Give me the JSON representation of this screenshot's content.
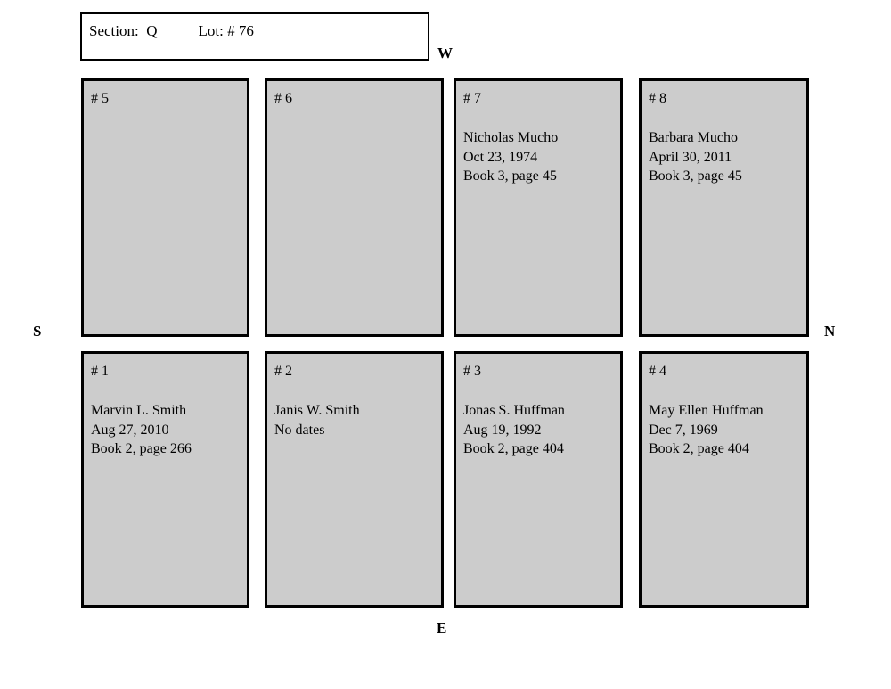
{
  "header": {
    "section_label": "Section:",
    "section_value": "Q",
    "lot_label": "Lot:",
    "lot_value": "# 76"
  },
  "compass": {
    "west": "W",
    "north": "N",
    "south": "S",
    "east": "E"
  },
  "plots": [
    {
      "number": "# 5",
      "occupant": "",
      "date": "",
      "reference": ""
    },
    {
      "number": "# 6",
      "occupant": "",
      "date": "",
      "reference": ""
    },
    {
      "number": "# 7",
      "occupant": "Nicholas Mucho",
      "date": "Oct 23, 1974",
      "reference": "Book 3, page 45"
    },
    {
      "number": "# 8",
      "occupant": "Barbara Mucho",
      "date": "April 30, 2011",
      "reference": "Book 3, page 45"
    },
    {
      "number": "# 1",
      "occupant": "Marvin L. Smith",
      "date": "Aug 27, 2010",
      "reference": "Book 2, page 266"
    },
    {
      "number": "# 2",
      "occupant": "Janis W. Smith",
      "date": "No dates",
      "reference": ""
    },
    {
      "number": "# 3",
      "occupant": "Jonas S. Huffman",
      "date": "Aug 19, 1992",
      "reference": "Book 2, page 404"
    },
    {
      "number": "# 4",
      "occupant": "May Ellen Huffman",
      "date": "Dec 7, 1969",
      "reference": "Book 2, page 404"
    }
  ],
  "colors": {
    "plot_fill": "#cccccc",
    "plot_border": "#000000",
    "page_background": "#ffffff",
    "text": "#000000"
  }
}
